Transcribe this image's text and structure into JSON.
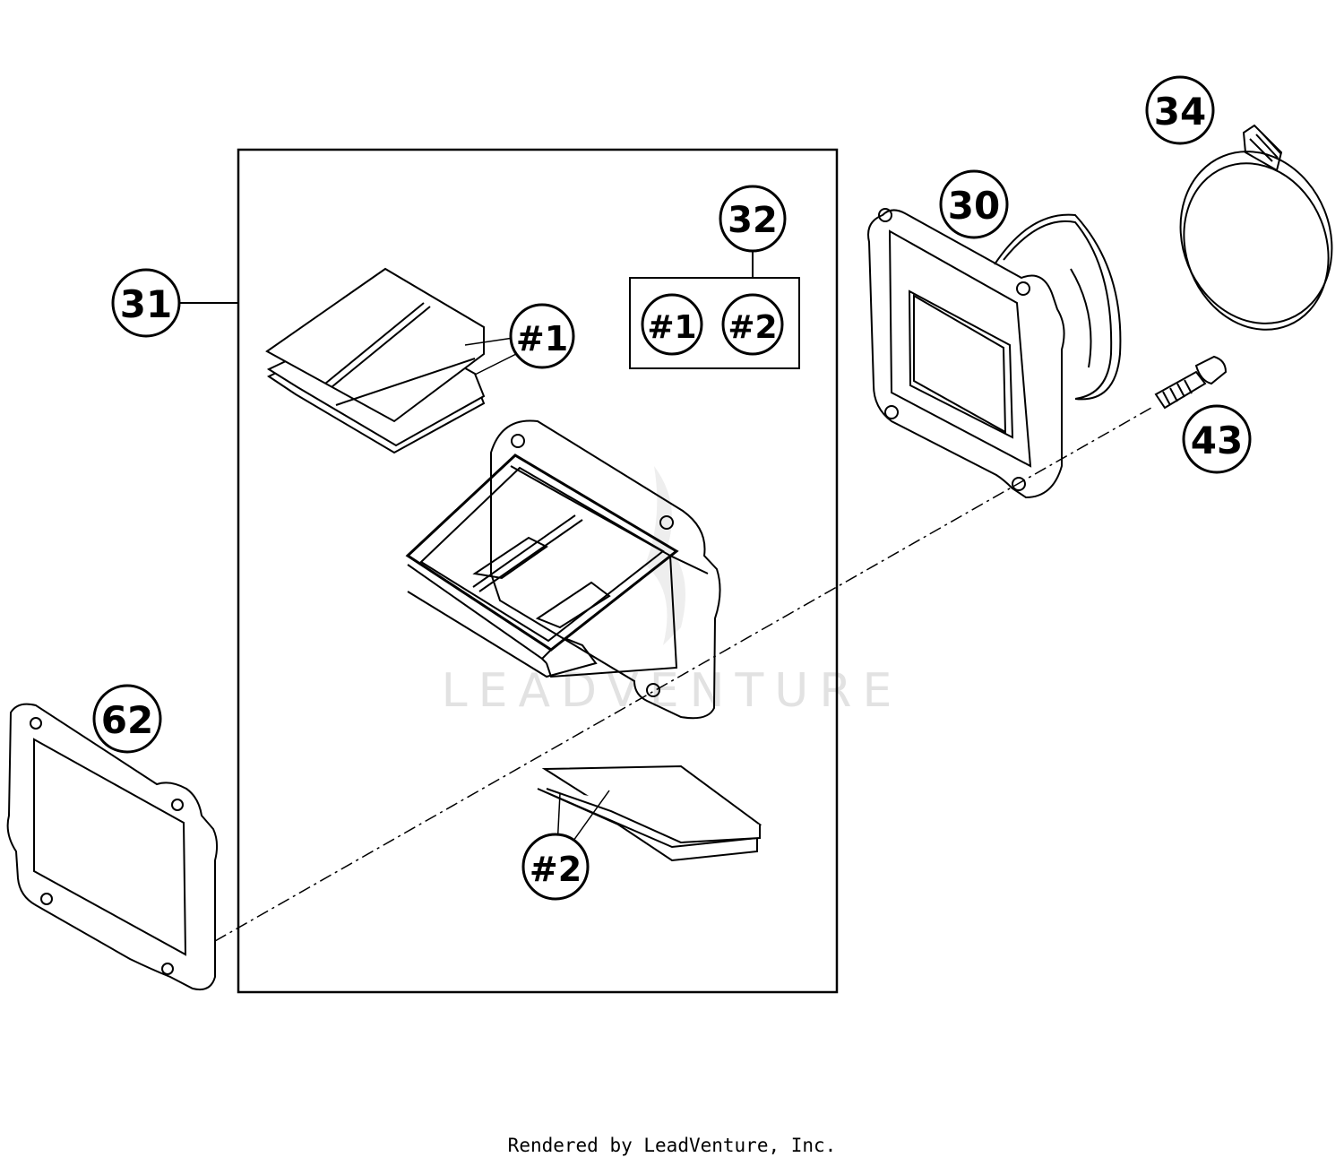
{
  "watermark": "LEADVENTURE",
  "callouts": {
    "c31": "31",
    "c32": "32",
    "c30": "30",
    "c34": "34",
    "c43": "43",
    "c62": "62",
    "reed1": "#1",
    "reed2": "#2",
    "kit1": "#1",
    "kit2": "#2"
  },
  "footer": "Rendered by LeadVenture, Inc."
}
